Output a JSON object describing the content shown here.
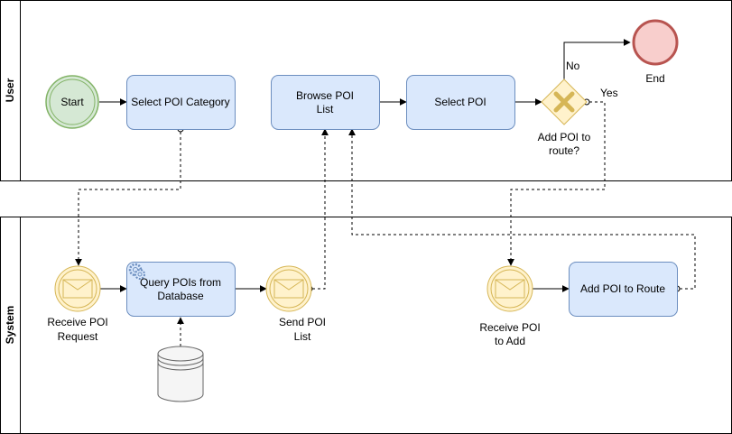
{
  "lanes": {
    "user": "User",
    "system": "System"
  },
  "events": {
    "start": "Start",
    "end": "End"
  },
  "tasks": {
    "select_category": "Select POI Category",
    "browse_list_line1": "Browse POI",
    "browse_list_line2": "List",
    "select_poi": "Select POI",
    "query_line1": "Query POIs from",
    "query_line2": "Database",
    "add_to_route": "Add POI to Route"
  },
  "gateway": {
    "question_line1": "Add POI to",
    "question_line2": "route?",
    "no": "No",
    "yes": "Yes"
  },
  "messages": {
    "receive_request_line1": "Receive POI",
    "receive_request_line2": "Request",
    "send_list_line1": "Send POI",
    "send_list_line2": "List",
    "receive_add_line1": "Receive POI",
    "receive_add_line2": "to Add"
  },
  "colors": {
    "task_fill": "#dae8fc",
    "task_stroke": "#6c8ebf",
    "start_fill": "#d5e8d4",
    "start_stroke": "#82b366",
    "end_fill": "#f8cecc",
    "end_stroke": "#b85450",
    "message_fill": "#fff2cc",
    "message_stroke": "#d6b656"
  }
}
